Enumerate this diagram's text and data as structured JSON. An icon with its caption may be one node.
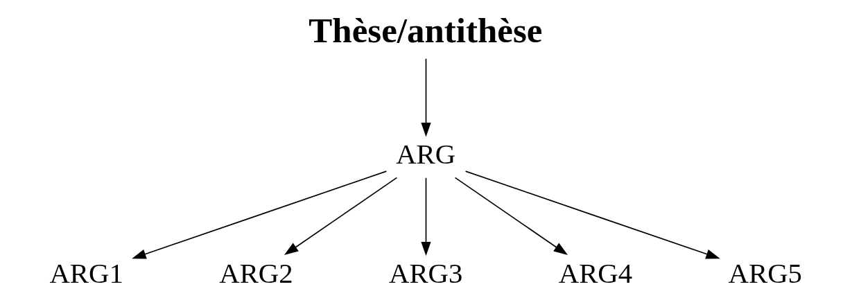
{
  "diagram": {
    "nodes": [
      {
        "text": [
          "Thèse/antithèse"
        ]
      },
      {
        "text": [
          "ARG"
        ]
      },
      {
        "text": [
          "ARG1"
        ]
      },
      {
        "text": [
          "ARG2"
        ]
      },
      {
        "text": [
          "ARG3"
        ]
      },
      {
        "text": [
          "ARG4"
        ]
      },
      {
        "text": [
          "ARG5"
        ]
      }
    ],
    "edges": [
      {
        "from": 0,
        "to": 1,
        "arrow": "to"
      },
      {
        "from": 1,
        "to": 2,
        "arrow": "to"
      },
      {
        "from": 1,
        "to": 3,
        "arrow": "to"
      },
      {
        "from": 1,
        "to": 4,
        "arrow": "to"
      },
      {
        "from": 1,
        "to": 5,
        "arrow": "to"
      },
      {
        "from": 1,
        "to": 6,
        "arrow": "to"
      }
    ]
  }
}
